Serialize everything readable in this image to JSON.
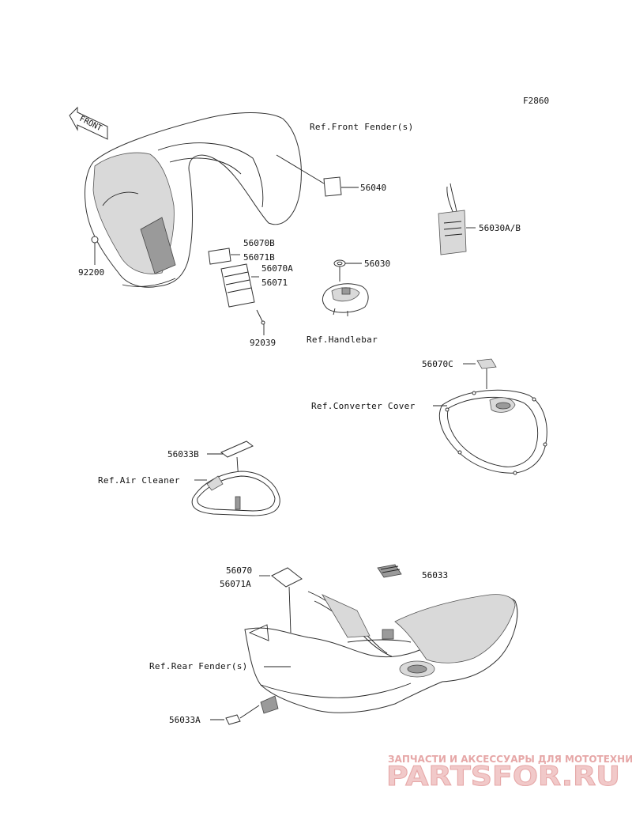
{
  "figure_code": "F2860",
  "front_arrow": "FRONT",
  "refs": {
    "front_fender": "Ref.Front Fender(s)",
    "handlebar": "Ref.Handlebar",
    "converter_cover": "Ref.Converter Cover",
    "air_cleaner": "Ref.Air Cleaner",
    "rear_fender": "Ref.Rear Fender(s)"
  },
  "parts": {
    "p56040": "56040",
    "p56030ab": "56030A/B",
    "p56070b": "56070B",
    "p56071b": "56071B",
    "p56070a": "56070A",
    "p56071": "56071",
    "p92200": "92200",
    "p56030": "56030",
    "p92039": "92039",
    "p56070c": "56070C",
    "p56033b": "56033B",
    "p56070": "56070",
    "p56071a": "56071A",
    "p56033": "56033",
    "p56033a": "56033A"
  },
  "watermark": {
    "tagline": "ЗАПЧАСТИ И АКСЕССУАРЫ ДЛЯ МОТОТЕХНИКИ",
    "logo": "PARTSFOR.RU"
  },
  "colors": {
    "line": "#222222",
    "watermark": "#e6a7a7"
  }
}
